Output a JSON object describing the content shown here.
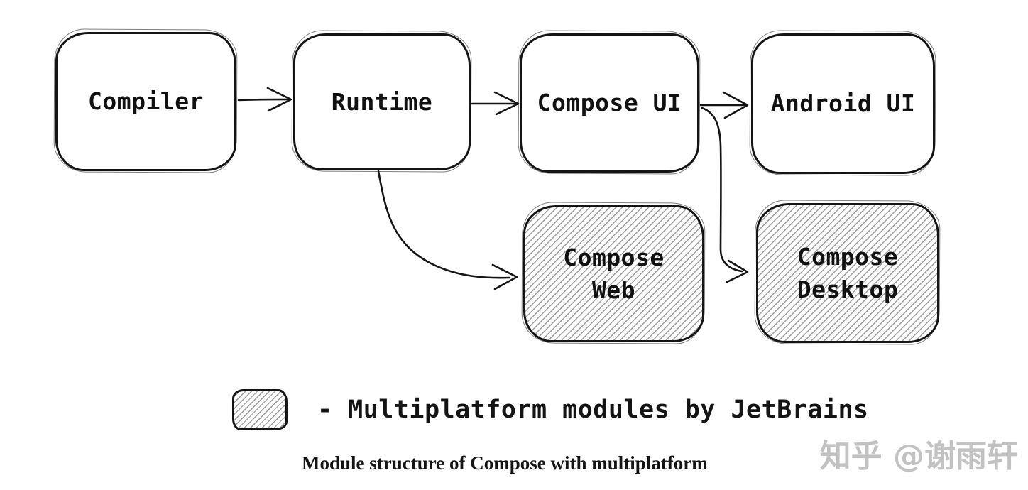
{
  "diagram": {
    "title": "Module structure of Compose with multiplatform",
    "nodes": [
      {
        "name": "Compiler",
        "label": "Compiler",
        "multiplatform": false
      },
      {
        "name": "Runtime",
        "label": "Runtime",
        "multiplatform": false
      },
      {
        "name": "Compose UI",
        "label": "Compose UI",
        "multiplatform": false
      },
      {
        "name": "Android UI",
        "label": "Android UI",
        "multiplatform": false
      },
      {
        "name": "Compose Web",
        "label": "Compose\nWeb",
        "multiplatform": true
      },
      {
        "name": "Compose Desktop",
        "label": "Compose\nDesktop",
        "multiplatform": true
      }
    ],
    "edges": [
      {
        "from": "Compiler",
        "to": "Runtime"
      },
      {
        "from": "Runtime",
        "to": "Compose UI"
      },
      {
        "from": "Compose UI",
        "to": "Android UI"
      },
      {
        "from": "Runtime",
        "to": "Compose Web"
      },
      {
        "from": "Compose UI",
        "to": "Compose Desktop"
      }
    ],
    "legend": {
      "swatch": "hatched-box",
      "label": "- Multiplatform modules by JetBrains"
    },
    "caption": "Module structure of Compose with multiplatform",
    "watermark": "知乎 @谢雨轩",
    "colors": {
      "stroke": "#141414",
      "hatch": "#7d7d7d",
      "background": "#ffffff",
      "watermark": "#c2c2c2"
    }
  }
}
